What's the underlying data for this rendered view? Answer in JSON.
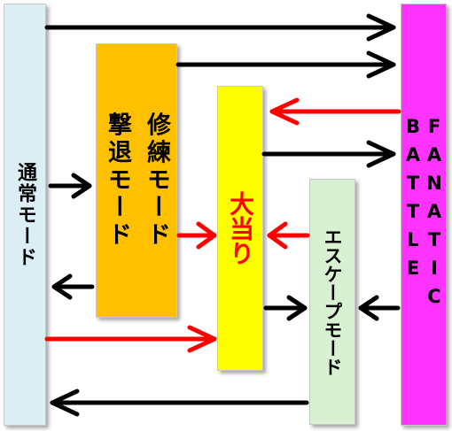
{
  "nodes": {
    "normal_mode": "通常モード",
    "drill_mode_line1": "修練モード",
    "drill_mode_line2": "撃退モード",
    "jackpot": "大当り",
    "escape_mode": "エスケープモード",
    "fanatic_battle_line1": "FANATIC",
    "fanatic_battle_line2": "BATTLE"
  },
  "colors": {
    "black_arrow": "#000000",
    "red_arrow": "#ff0000",
    "normal_mode_fill": "#dbeef4",
    "drill_mode_fill": "#ffc000",
    "jackpot_fill": "#ffff00",
    "jackpot_text": "#ff0000",
    "escape_mode_fill": "#d9f1d3",
    "fanatic_fill": "#ff33ff"
  }
}
